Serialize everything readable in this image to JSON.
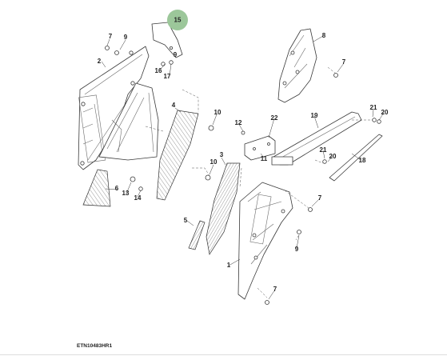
{
  "figure": {
    "reference_code": "ETN10483HR1",
    "highlighted_callout": "15",
    "highlight_color": "#9cc79a"
  },
  "callouts": {
    "c1": "1",
    "c2": "2",
    "c3": "3",
    "c4": "4",
    "c5": "5",
    "c6": "6",
    "c7a": "7",
    "c7b": "7",
    "c7c": "7",
    "c7d": "7",
    "c8": "8",
    "c9a": "9",
    "c9b": "9",
    "c10a": "10",
    "c10b": "10",
    "c11": "11",
    "c12": "12",
    "c13": "13",
    "c14": "14",
    "c15": "15",
    "c16": "16",
    "c17": "17",
    "c18": "18",
    "c19": "19",
    "c20a": "20",
    "c20b": "20",
    "c21a": "21",
    "c21b": "21",
    "c22": "22"
  }
}
